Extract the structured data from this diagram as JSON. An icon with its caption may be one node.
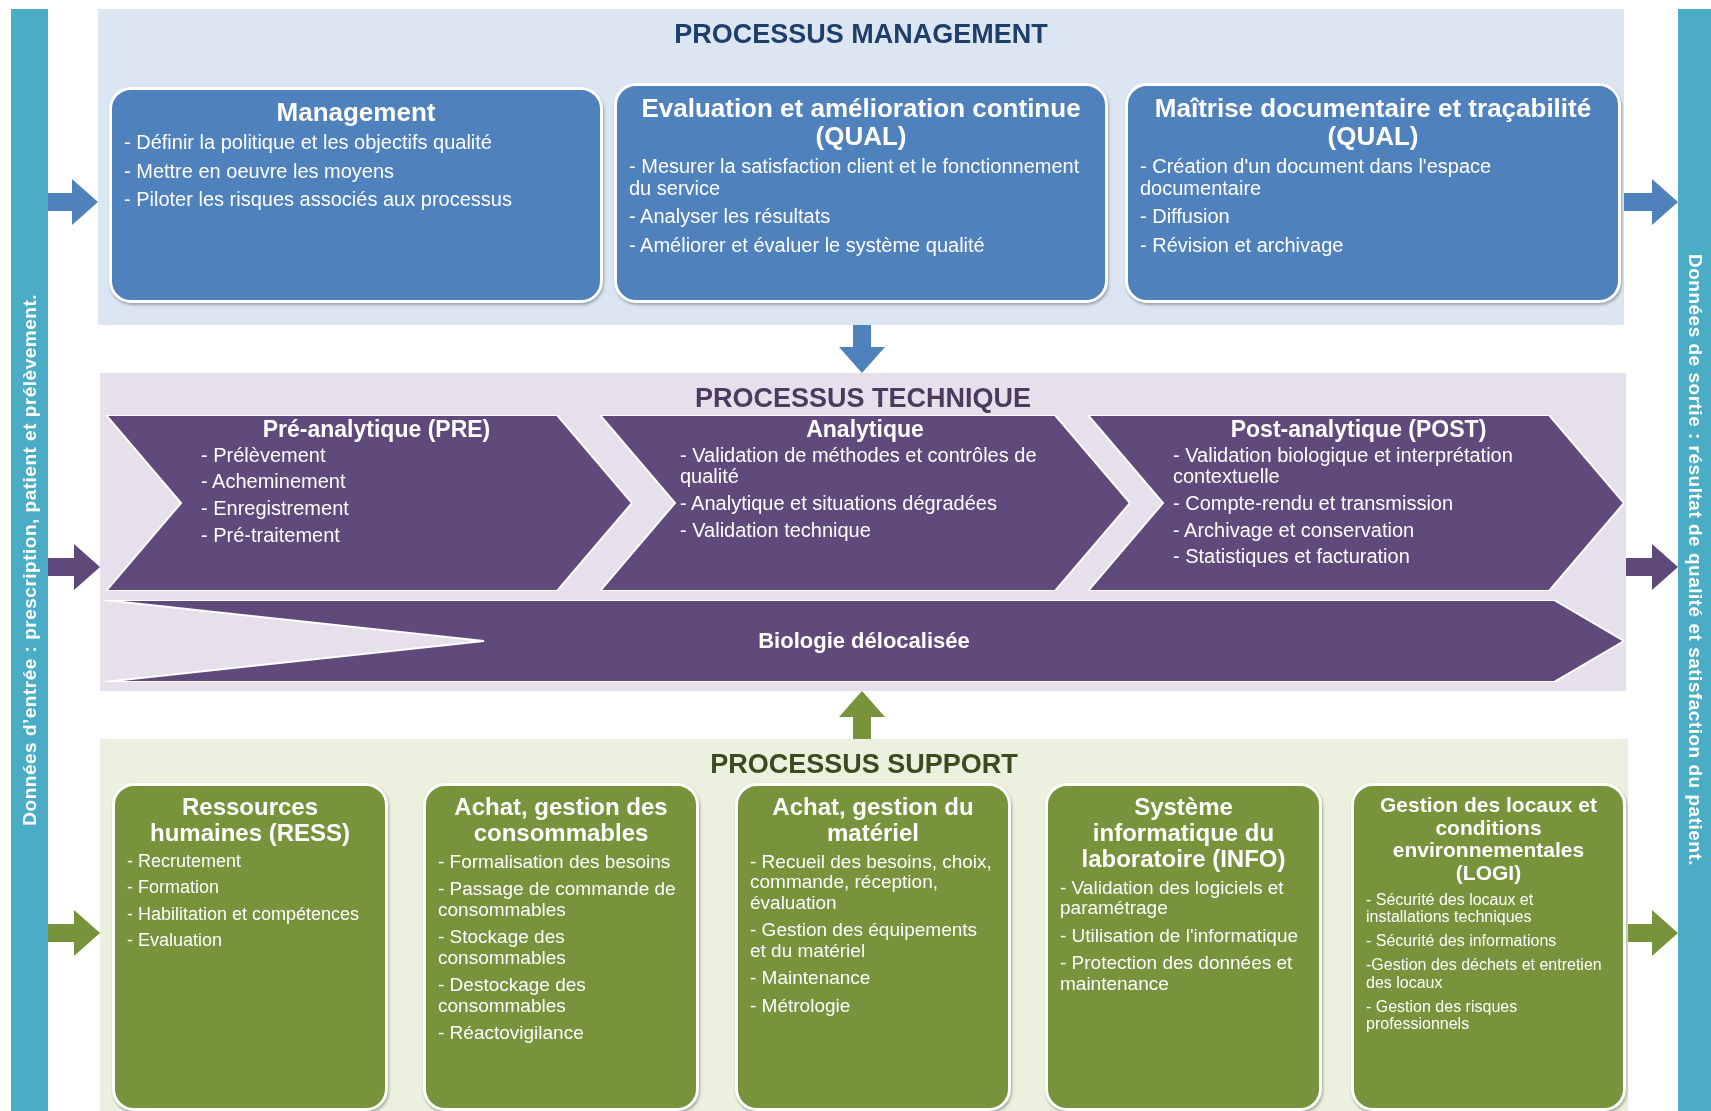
{
  "diagram": {
    "nodes": [
      {
        "text": [
          "Données d’entrée : prescription, patient et prélèvement."
        ]
      },
      {
        "text": [
          "PROCESSUS MANAGEMENT"
        ]
      },
      {
        "text": [
          "Management",
          "- Définir la politique et les objectifs qualité",
          "- Mettre en oeuvre les moyens",
          "- Piloter les risques associés aux processus"
        ],
        "in": 1
      },
      {
        "text": [
          "Evaluation et amélioration continue (QUAL)",
          "- Mesurer la satisfaction client et le fonctionnement du service",
          "- Analyser les résultats",
          "- Améliorer et évaluer le système qualité"
        ],
        "in": 1
      },
      {
        "text": [
          "Maîtrise documentaire et traçabilité (QUAL)",
          "- Création d'un document dans l'espace documentaire",
          "- Diffusion",
          "- Révision et archivage"
        ],
        "in": 1
      },
      {
        "text": [
          "PROCESSUS TECHNIQUE"
        ]
      },
      {
        "text": [
          "Pré-analytique (PRE)",
          "- Prélèvement",
          "- Acheminement",
          "- Enregistrement",
          "- Pré-traitement"
        ],
        "in": 5
      },
      {
        "text": [
          "Analytique",
          "- Validation de méthodes et contrôles de qualité",
          "- Analytique et situations dégradées",
          "- Validation technique"
        ],
        "in": 5
      },
      {
        "text": [
          "Post-analytique (POST)",
          "- Validation biologique et interprétation contextuelle",
          "- Compte-rendu et transmission",
          "- Archivage et conservation",
          "- Statistiques et facturation"
        ],
        "in": 5
      },
      {
        "text": [
          "Biologie délocalisée"
        ],
        "in": 5
      },
      {
        "text": [
          "PROCESSUS SUPPORT"
        ]
      },
      {
        "text": [
          "Ressources humaines (RESS)",
          "- Recrutement",
          "- Formation",
          "- Habilitation et compétences",
          "- Evaluation"
        ],
        "in": 10
      },
      {
        "text": [
          "Achat, gestion des consommables",
          "- Formalisation des besoins",
          "- Passage de commande de consommables",
          "- Stockage des consommables",
          "- Destockage des consommables",
          "- Réactovigilance"
        ],
        "in": 10
      },
      {
        "text": [
          "Achat, gestion du matériel",
          "- Recueil des besoins, choix, commande, réception, évaluation",
          "- Gestion des équipements et du matériel",
          "- Maintenance",
          "- Métrologie"
        ],
        "in": 10
      },
      {
        "text": [
          "Système informatique du laboratoire (INFO)",
          "- Validation des logiciels et paramétrage",
          "- Utilisation de l'informatique",
          "- Protection des données et maintenance"
        ],
        "in": 10
      },
      {
        "text": [
          "Gestion des locaux et conditions environnementales (LOGI)",
          "- Sécurité des locaux et installations techniques",
          "- Sécurité des informations",
          "-Gestion des déchets et entretien des locaux",
          "- Gestion des risques professionnels"
        ],
        "in": 10
      },
      {
        "text": [
          "Données de sortie : résultat de qualité et satisfaction du patient."
        ]
      }
    ],
    "edges": [
      {
        "from": 0,
        "to": 1,
        "arrow": "to",
        "color": "#4f81bd"
      },
      {
        "from": 1,
        "to": 16,
        "arrow": "to",
        "color": "#4f81bd"
      },
      {
        "from": 1,
        "to": 5,
        "arrow": "to",
        "color": "#4f81bd"
      },
      {
        "from": 0,
        "to": 5,
        "arrow": "to",
        "color": "#5f497a"
      },
      {
        "from": 5,
        "to": 16,
        "arrow": "to",
        "color": "#5f497a"
      },
      {
        "from": 10,
        "to": 5,
        "arrow": "to",
        "color": "#77933c"
      },
      {
        "from": 0,
        "to": 10,
        "arrow": "to",
        "color": "#77933c"
      },
      {
        "from": 10,
        "to": 16,
        "arrow": "to",
        "color": "#77933c"
      }
    ]
  }
}
